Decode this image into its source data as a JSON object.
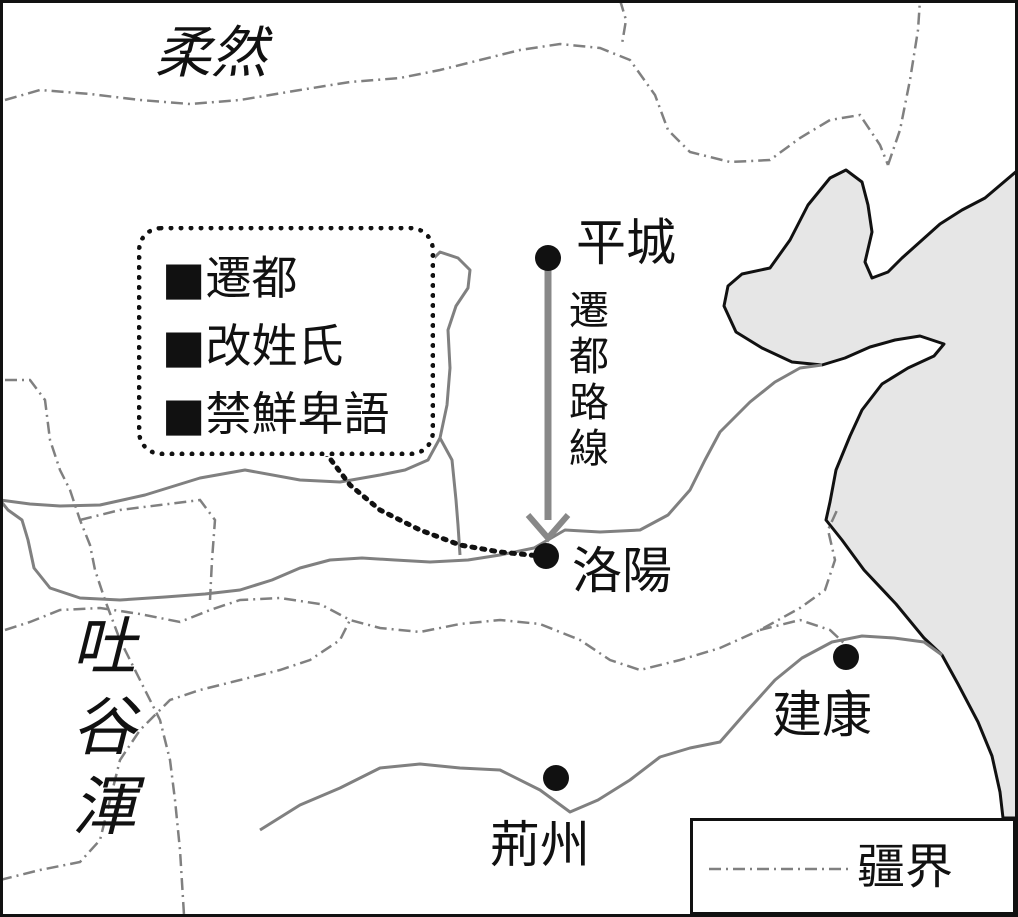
{
  "regions": {
    "rouran": "柔然",
    "tuyuhun": [
      "吐",
      "谷",
      "渾"
    ]
  },
  "cities": {
    "pingcheng": "平城",
    "luoyang": "洛陽",
    "jiankang": "建康",
    "jingzhou": "荊州"
  },
  "route": {
    "label_chars": [
      "遷",
      "都",
      "路",
      "線"
    ]
  },
  "note": {
    "items": [
      "■遷都",
      "■改姓氏",
      "■禁鮮卑語"
    ]
  },
  "legend": {
    "label": "疆界"
  },
  "colors": {
    "sea": "#e6e6e6",
    "river": "#808080",
    "boundary": "#808080",
    "route_arrow": "#888888",
    "city_dot": "#111111"
  }
}
